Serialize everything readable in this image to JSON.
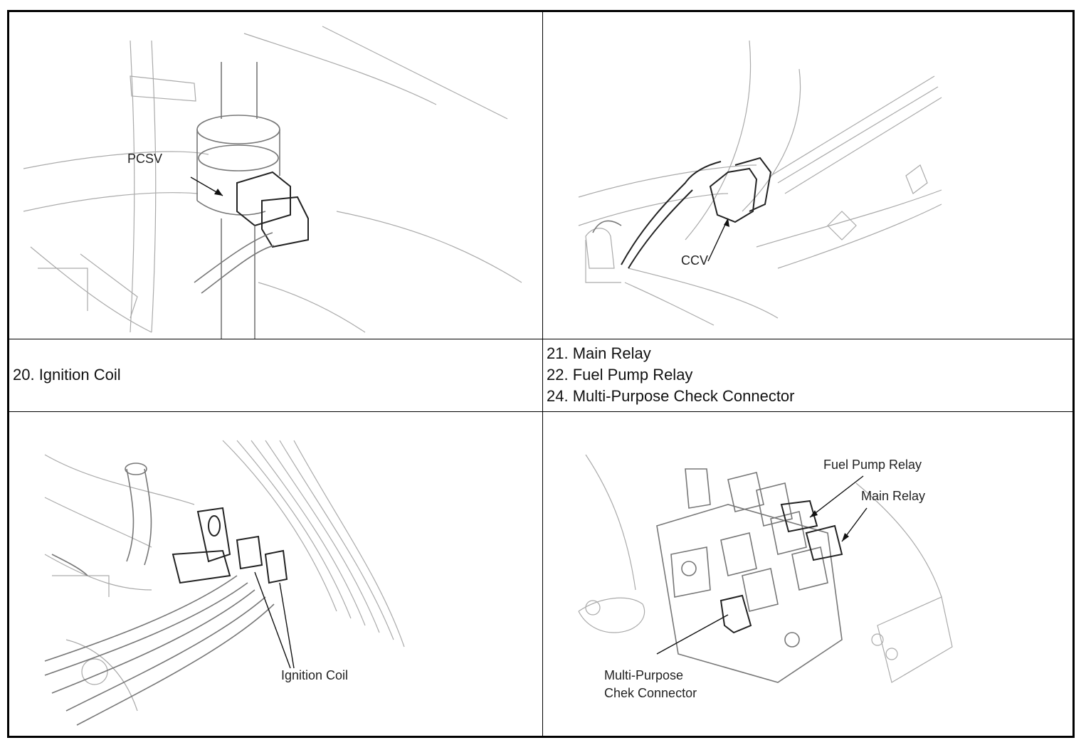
{
  "captions": {
    "ignition_section": "20. Ignition Coil",
    "relay_section": [
      "21. Main Relay",
      "22. Fuel Pump Relay",
      "24. Multi-Purpose Check Connector"
    ]
  },
  "figures": {
    "pcsv": {
      "label": "PCSV"
    },
    "ccv": {
      "label": "CCV"
    },
    "ignition_coil": {
      "label": "Ignition Coil"
    },
    "relay_box": {
      "fuel_pump_relay": "Fuel Pump Relay",
      "main_relay": "Main Relay",
      "check_connector_line1": "Multi-Purpose",
      "check_connector_line2": "Chek Connector"
    }
  }
}
